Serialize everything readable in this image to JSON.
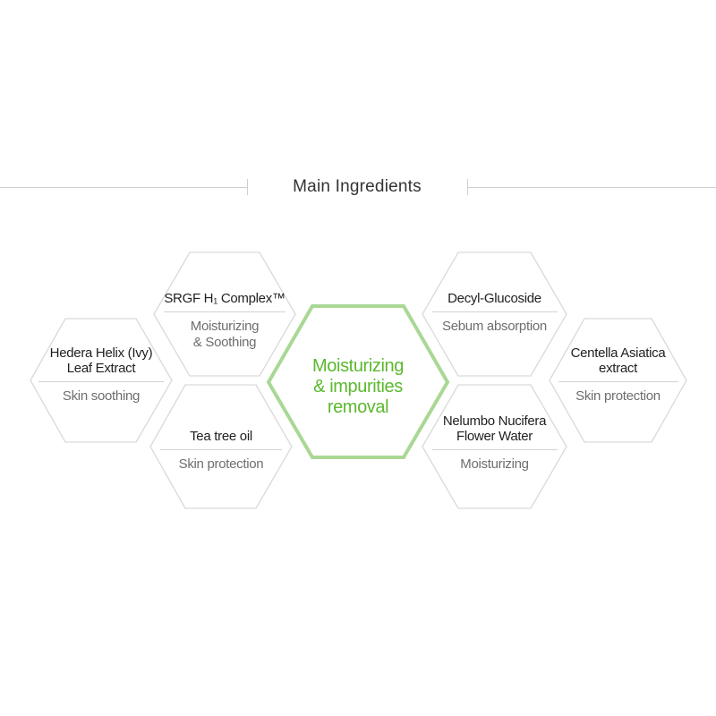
{
  "title": "Main Ingredients",
  "center": {
    "lines": [
      "Moisturizing",
      "& impurities",
      "removal"
    ],
    "color": "#5cb82e"
  },
  "ingredients": [
    {
      "id": "srgf",
      "name": [
        "SRGF H₁ Complex™"
      ],
      "benefit": [
        "Moisturizing",
        "& Soothing"
      ]
    },
    {
      "id": "hedera",
      "name": [
        "Hedera Helix (Ivy)",
        "Leaf Extract"
      ],
      "benefit": [
        "Skin soothing"
      ]
    },
    {
      "id": "teatree",
      "name": [
        "Tea tree oil"
      ],
      "benefit": [
        "Skin protection"
      ]
    },
    {
      "id": "decyl",
      "name": [
        "Decyl-Glucoside"
      ],
      "benefit": [
        "Sebum absorption"
      ]
    },
    {
      "id": "centella",
      "name": [
        "Centella Asiatica",
        "extract"
      ],
      "benefit": [
        "Skin protection"
      ]
    },
    {
      "id": "nelumbo",
      "name": [
        "Nelumbo Nucifera",
        "Flower Water"
      ],
      "benefit": [
        "Moisturizing"
      ]
    }
  ],
  "colors": {
    "hex_outline": "#d9d9d9",
    "center_outline": "#a9d895",
    "divider": "#d2d2d2"
  }
}
